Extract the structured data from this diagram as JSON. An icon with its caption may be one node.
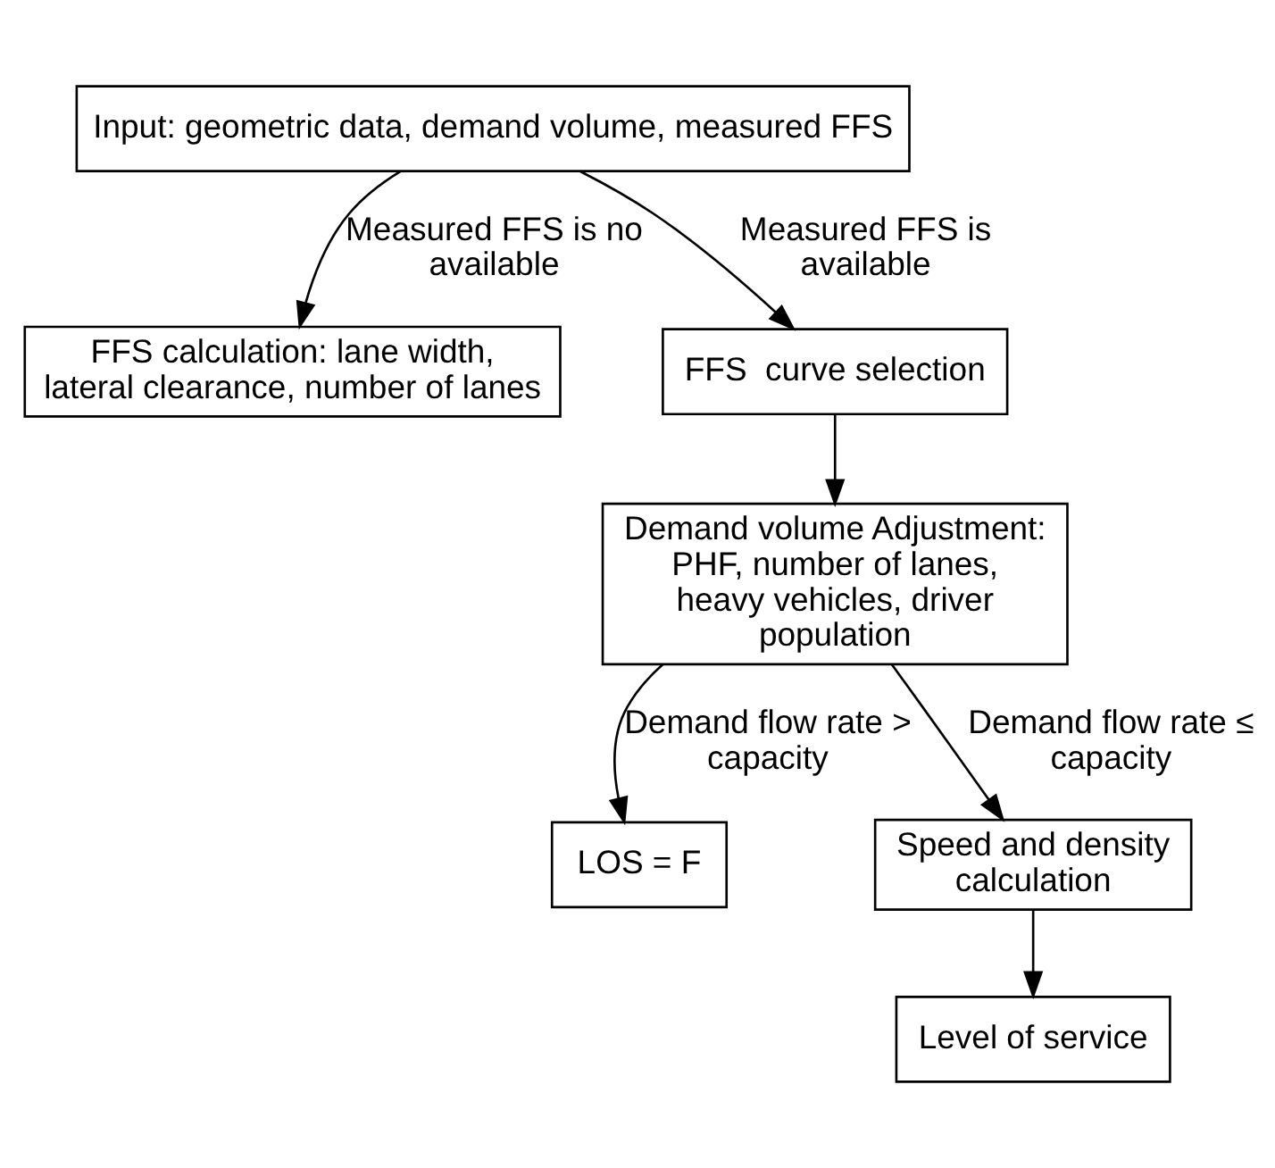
{
  "diagram": {
    "nodes": [
      {
        "text": [
          "Input: geometric data, demand volume, measured FFS"
        ]
      },
      {
        "text": [
          "FFS calculation: lane width, lateral clearance, number of lanes"
        ]
      },
      {
        "text": [
          "FFS  curve selection"
        ]
      },
      {
        "text": [
          "Demand volume Adjustment: PHF, number of lanes, heavy vehicles, driver population"
        ]
      },
      {
        "text": [
          "LOS = F"
        ]
      },
      {
        "text": [
          "Speed and density calculation"
        ]
      },
      {
        "text": [
          "Level of service"
        ]
      }
    ],
    "edges": [
      {
        "from": 0,
        "to": 1,
        "arrow": "to",
        "label": "Measured FFS is no available"
      },
      {
        "from": 0,
        "to": 2,
        "arrow": "to",
        "label": "Measured FFS is available"
      },
      {
        "from": 2,
        "to": 3,
        "arrow": "to"
      },
      {
        "from": 3,
        "to": 4,
        "arrow": "to",
        "label": "Demand flow rate > capacity"
      },
      {
        "from": 3,
        "to": 5,
        "arrow": "to",
        "label": "Demand flow rate ≤ capacity"
      },
      {
        "from": 5,
        "to": 6,
        "arrow": "to"
      }
    ]
  }
}
